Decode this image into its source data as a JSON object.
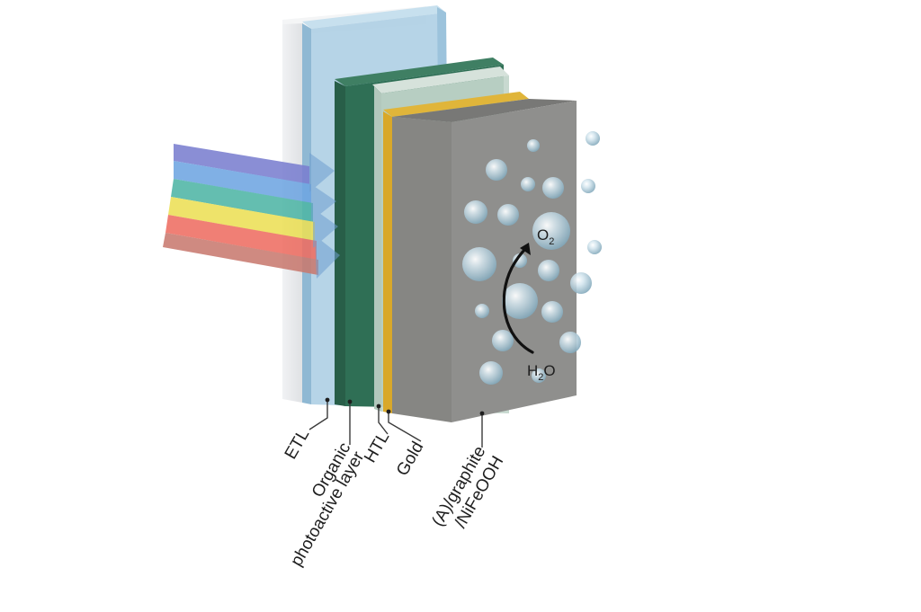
{
  "labels": {
    "etl": "ETL",
    "organic": "Organic",
    "photoactive": "photoactive layer",
    "htl": "HTL",
    "gold": "Gold",
    "anode": "(A)/graphite",
    "nifeooh": "/NiFeOOH"
  },
  "reaction": {
    "o2_main": "O",
    "o2_sub": "2",
    "h2o_h": "H",
    "h2o_sub": "2",
    "h2o_o": "O"
  },
  "colors": {
    "etl": "#e9eaec",
    "glass": "#a9cce3",
    "organic": "#2f6f55",
    "htl": "#c3d6cc",
    "gold": "#d9a829",
    "anode": "#8f8f8d",
    "rainbow": [
      "#7a7fd0",
      "#6fa6e2",
      "#4fb6a6",
      "#ece056",
      "#ee6e62",
      "#c97a70"
    ]
  },
  "icons": {
    "light": "rainbow-light-beam-icon",
    "bubble": "oxygen-bubble-icon",
    "arrow": "curved-arrow-icon"
  }
}
